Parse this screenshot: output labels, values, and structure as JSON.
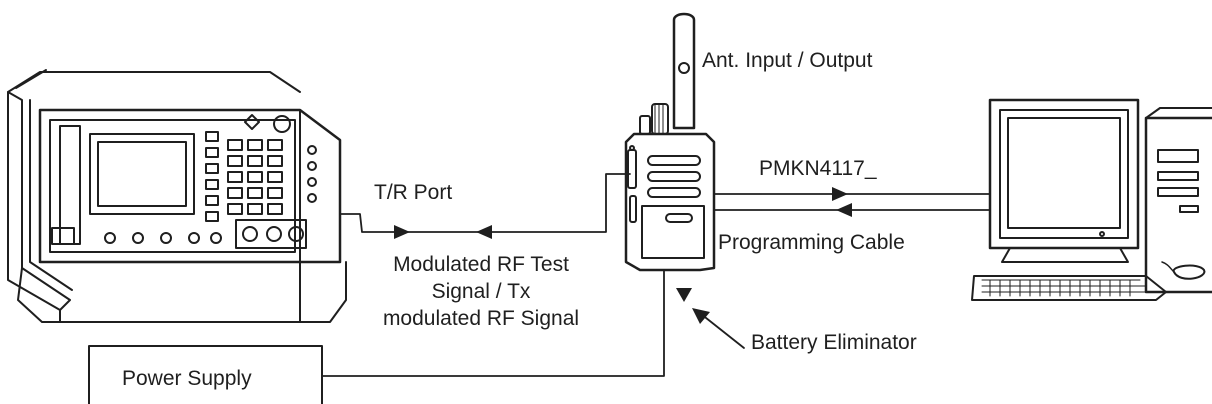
{
  "labels": {
    "antenna": "Ant. Input / Output",
    "tr_port": "T/R Port",
    "cable_model": "PMKN4117_",
    "cable_name": "Programming Cable",
    "rf_signal_line1": "Modulated RF Test",
    "rf_signal_line2": "Signal / Tx",
    "rf_signal_line3": "modulated RF Signal",
    "battery_eliminator": "Battery Eliminator",
    "power_supply": "Power Supply"
  }
}
